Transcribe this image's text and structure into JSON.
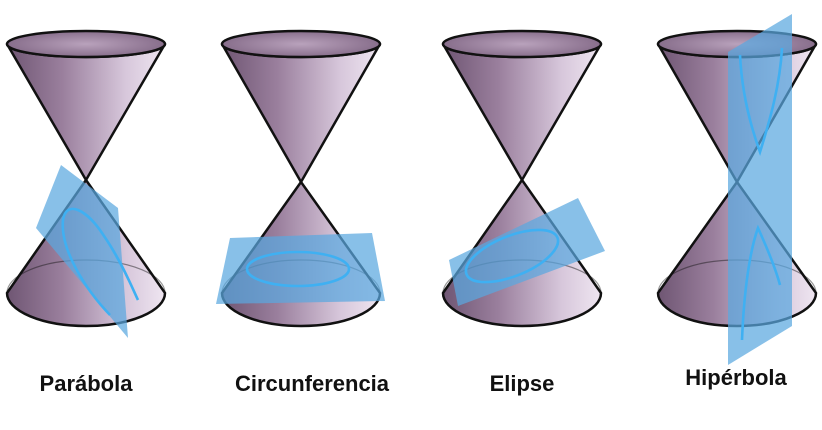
{
  "labels": {
    "parabola": "Parábola",
    "circle": "Circunferencia",
    "ellipse": "Elipse",
    "hyperbola": "Hipérbola"
  },
  "colors": {
    "cone_light": "#e7dcea",
    "cone_dark": "#7a5f7e",
    "outline": "#111111",
    "plane": "#5aa8df",
    "curve": "#3fb0f2"
  }
}
